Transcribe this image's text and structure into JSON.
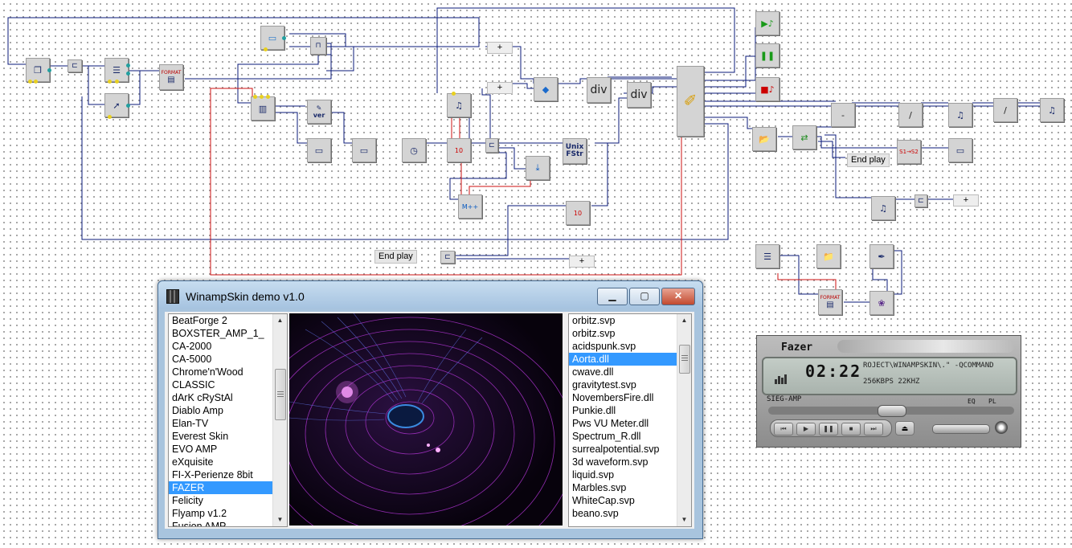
{
  "window": {
    "title": "WinampSkin demo v1.0",
    "min_label": "▁",
    "max_label": "▢",
    "close_label": "✕"
  },
  "skins_list": {
    "items": [
      "BeatForge 2",
      "BOXSTER_AMP_1_",
      "CA-2000",
      "CA-5000",
      "Chrome'n'Wood",
      "CLASSIC",
      "dArK cRyStAl",
      "Diablo Amp",
      "Elan-TV",
      "Everest Skin",
      "EVO AMP",
      "eXquisite",
      "FI-X-Perienze 8bit",
      "FAZER",
      "Felicity",
      "Flyamp v1.2",
      "Fusion AMP"
    ],
    "selected_index": 13
  },
  "plugins_list": {
    "items": [
      "orbitz.svp",
      "orbitz.svp",
      "acidspunk.svp",
      "Aorta.dll",
      "cwave.dll",
      "gravitytest.svp",
      "NovembersFire.dll",
      "Punkie.dll",
      "Pws VU Meter.dll",
      "Spectrum_R.dll",
      "surrealpotential.svp",
      "3d waveform.svp",
      "liquid.svp",
      "Marbles.svp",
      "WhiteCap.svp",
      "beano.svp"
    ],
    "selected_index": 3
  },
  "diagram": {
    "labels": {
      "format": "FORMAT",
      "ver": "ver",
      "div": "div",
      "unix_fstr": "Unix\nFStr",
      "end_play": "End play",
      "plus": "+",
      "minus": "-",
      "slash": "/",
      "s1s2": "S1→S2",
      "ten": "10",
      "mpp": "M++"
    }
  },
  "fazer": {
    "title": "Fazer",
    "time": "02:22",
    "info": "ROJECT\\WINAMPSKIN\\.\" -QCOMMAND",
    "rate": "256KBPS  22KHZ",
    "skin_name": "SIEG-AMP",
    "eq_label": "EQ",
    "pl_label": "PL"
  },
  "colors": {
    "wire_blue": "#0a1a7a",
    "wire_red": "#cc1111",
    "selection": "#3399ff",
    "window_frame": "#a8c4de"
  }
}
